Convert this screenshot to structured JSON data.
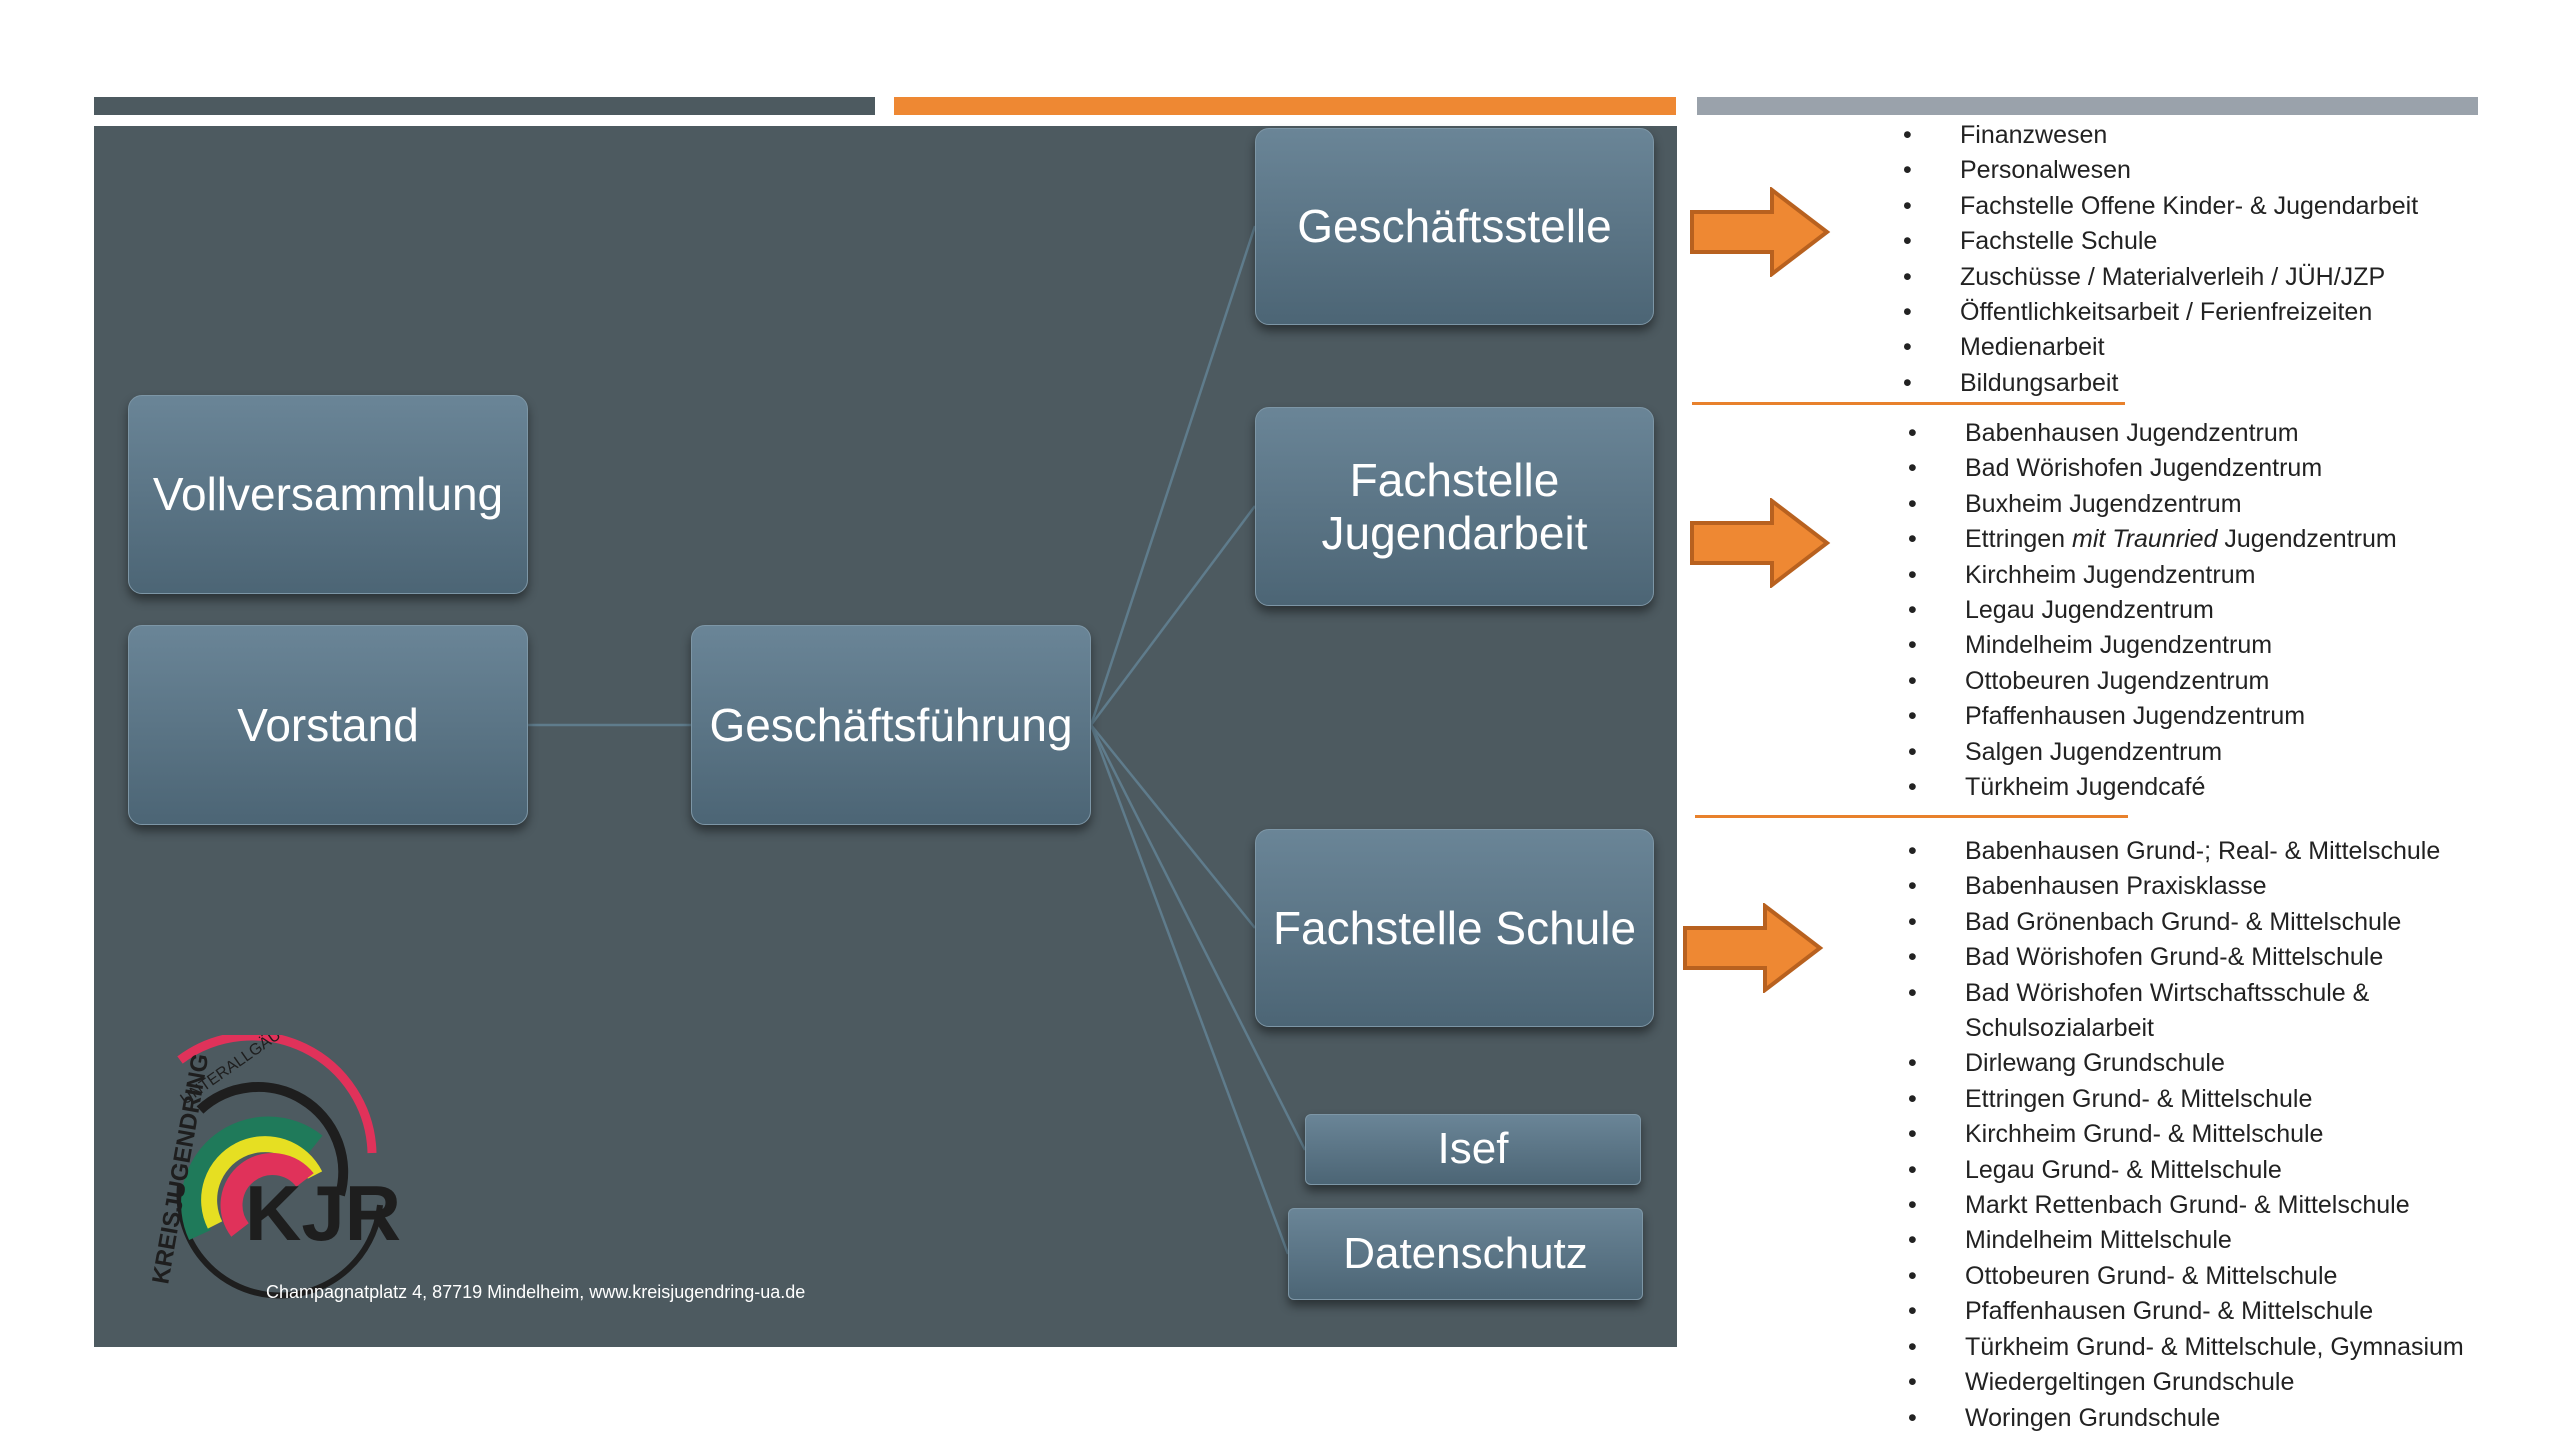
{
  "colors": {
    "bar1": "#4d5a60",
    "bar2": "#ee8833",
    "bar3": "#9aa2ab",
    "panel": "#4d5a60",
    "accent": "#e8812c"
  },
  "boxes": {
    "geschaeftsstelle": "Geschäftsstelle",
    "fachstelle_jugendarbeit": "Fachstelle Jugendarbeit",
    "fachstelle_schule": "Fachstelle Schule",
    "isef": "Isef",
    "datenschutz": "Datenschutz",
    "vollversammlung": "Vollversammlung",
    "vorstand": "Vorstand",
    "geschaeftsfuehrung": "Geschäftsführung"
  },
  "logo": {
    "text": "KJR",
    "ring_text": "KREISJUGENDRING UNTERALLGÄU"
  },
  "address": "Champagnatplatz 4, 87719 Mindelheim, www.kreisjugendring-ua.de",
  "lists": {
    "geschaeftsstelle": [
      "Finanzwesen",
      "Personalwesen",
      "Fachstelle Offene Kinder- & Jugendarbeit",
      "Fachstelle Schule",
      "Zuschüsse / Materialverleih / JÜH/JZP",
      "Öffentlichkeitsarbeit / Ferienfreizeiten",
      "Medienarbeit",
      "Bildungsarbeit"
    ],
    "jugendarbeit": [
      "Babenhausen Jugendzentrum",
      "Bad Wörishofen Jugendzentrum",
      "Buxheim Jugendzentrum",
      {
        "a": "Ettringen ",
        "i": "mit Traunried",
        "b": " Jugendzentrum"
      },
      "Kirchheim Jugendzentrum",
      "Legau Jugendzentrum",
      "Mindelheim Jugendzentrum",
      "Ottobeuren Jugendzentrum",
      "Pfaffenhausen Jugendzentrum",
      "Salgen Jugendzentrum",
      "Türkheim Jugendcafé"
    ],
    "schule": [
      "Babenhausen Grund-; Real- & Mittelschule",
      "Babenhausen Praxisklasse",
      "Bad Grönenbach Grund- & Mittelschule",
      "Bad Wörishofen Grund-& Mittelschule",
      "Bad Wörishofen Wirtschaftsschule & Schulsozialarbeit",
      "Dirlewang Grundschule",
      "Ettringen Grund- & Mittelschule",
      "Kirchheim Grund- & Mittelschule",
      "Legau Grund- & Mittelschule",
      "Markt Rettenbach Grund- & Mittelschule",
      "Mindelheim Mittelschule",
      "Ottobeuren Grund- & Mittelschule",
      "Pfaffenhausen Grund- & Mittelschule",
      "Türkheim Grund- & Mittelschule, Gymnasium",
      "Wiedergeltingen Grundschule",
      "Woringen Grundschule"
    ]
  }
}
